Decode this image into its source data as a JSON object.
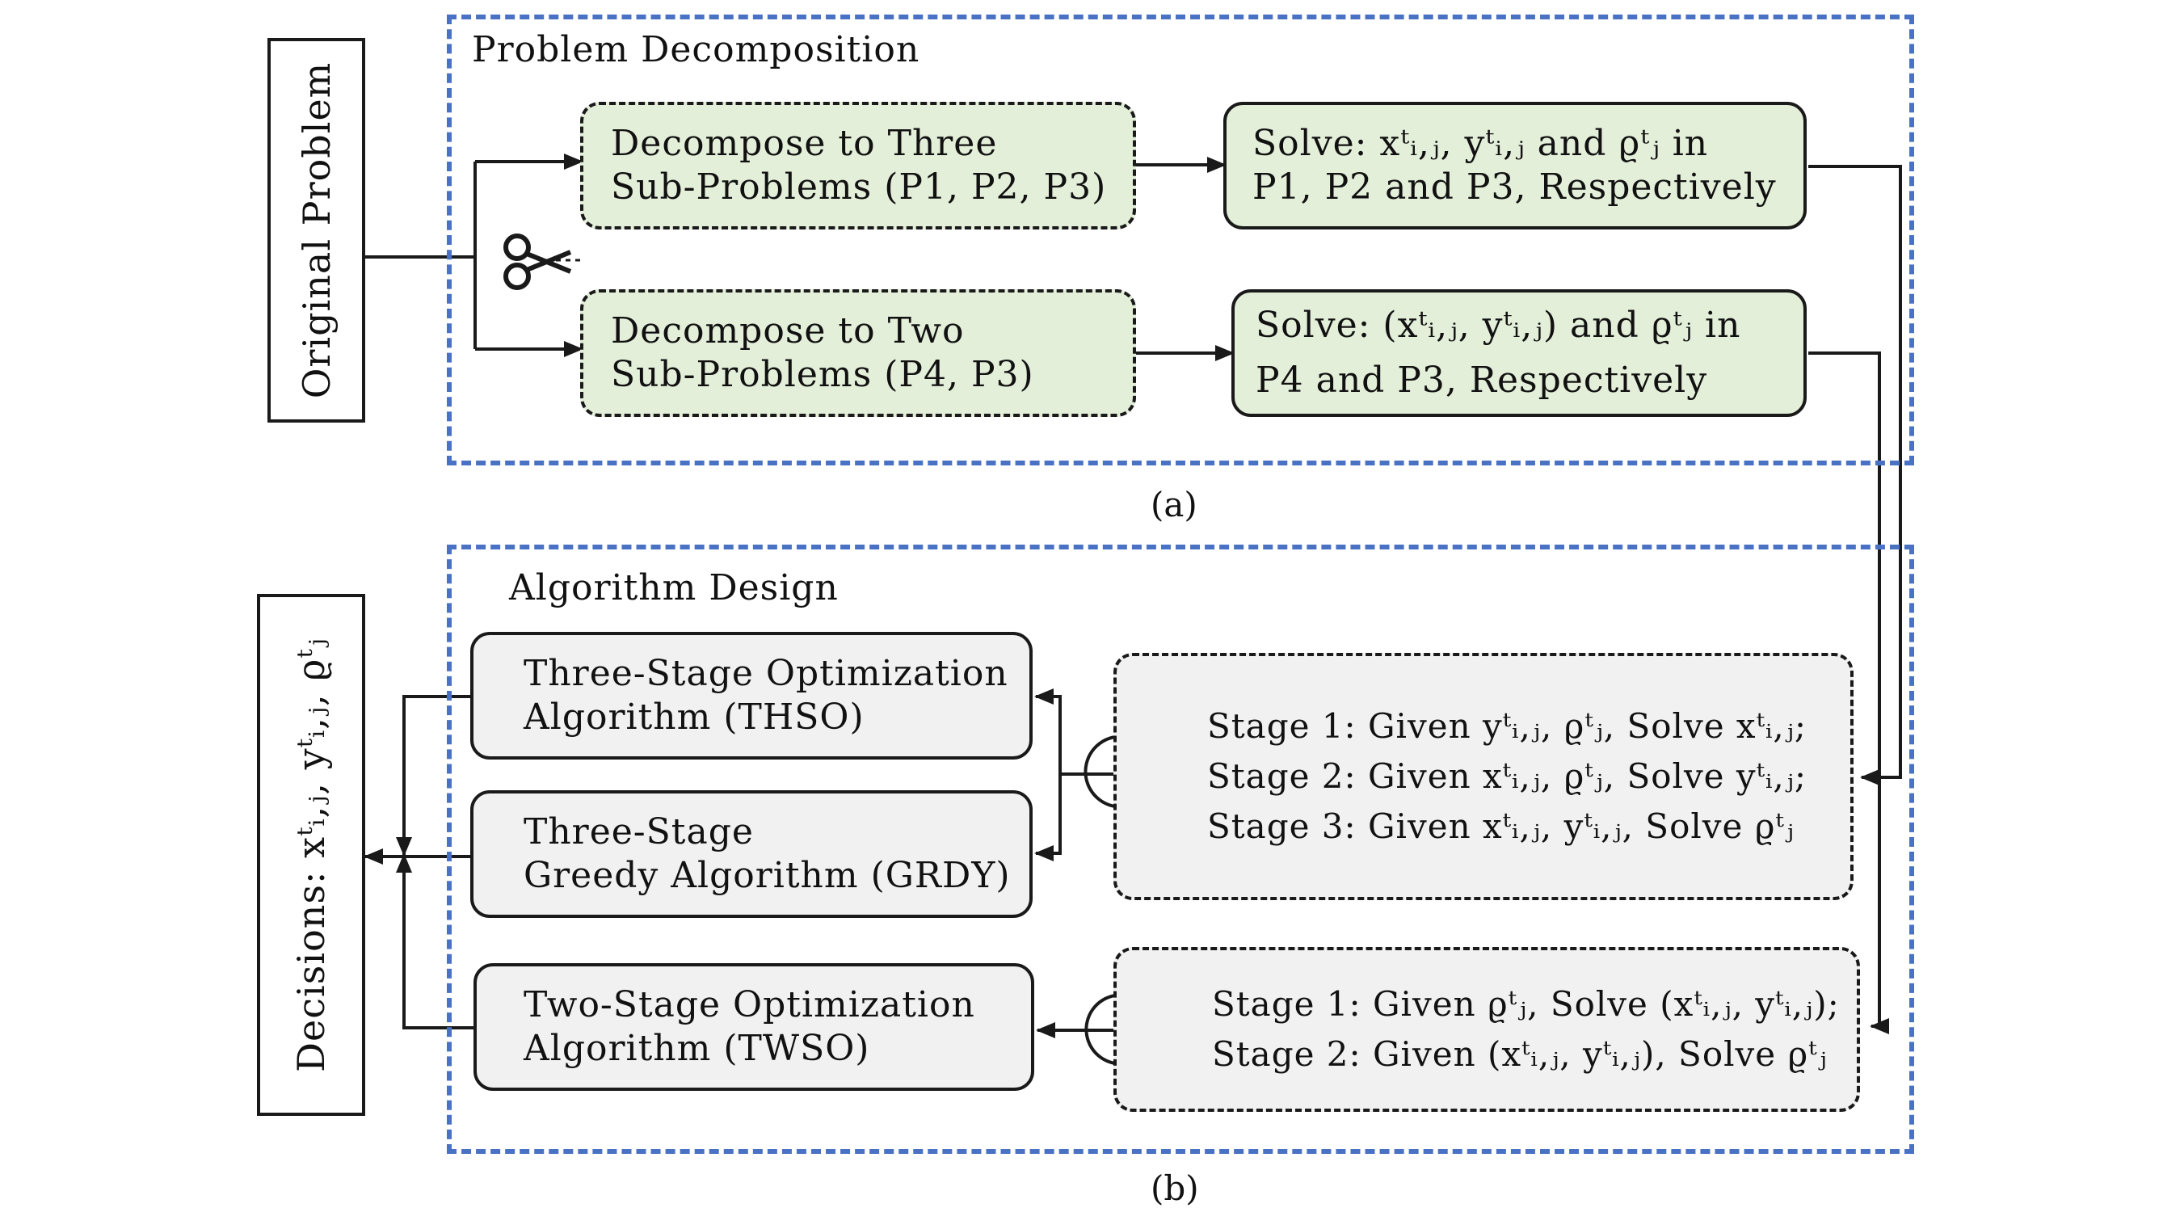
{
  "panel_a": {
    "title": "Problem Decomposition",
    "caption": "(a)",
    "original_problem": "Original Problem",
    "decompose_three": [
      "Decompose to Three",
      "Sub-Problems (P1, P2, P3)"
    ],
    "decompose_two": [
      "Decompose to Two",
      "Sub-Problems (P4, P3)"
    ],
    "solve_three": [
      "Solve: xᵗᵢ,ⱼ, yᵗᵢ,ⱼ and ϱᵗⱼ in",
      "P1, P2 and P3, Respectively"
    ],
    "solve_two": [
      "Solve: (xᵗᵢ,ⱼ, yᵗᵢ,ⱼ) and ϱᵗⱼ in",
      "P4 and P3, Respectively"
    ],
    "scissors_icon": "scissors-icon"
  },
  "panel_b": {
    "title": "Algorithm Design",
    "caption": "(b)",
    "decisions": "Decisions: xᵗᵢ,ⱼ, yᵗᵢ,ⱼ, ϱᵗⱼ",
    "thso": [
      "Three-Stage Optimization",
      "Algorithm (THSO)"
    ],
    "grdy": [
      "Three-Stage",
      "Greedy Algorithm (GRDY)"
    ],
    "twso": [
      "Two-Stage Optimization",
      "Algorithm (TWSO)"
    ],
    "three_stages": [
      "Stage 1: Given yᵗᵢ,ⱼ, ϱᵗⱼ, Solve xᵗᵢ,ⱼ;",
      "Stage 2: Given xᵗᵢ,ⱼ, ϱᵗⱼ, Solve yᵗᵢ,ⱼ;",
      "Stage 3: Given xᵗᵢ,ⱼ, yᵗᵢ,ⱼ, Solve ϱᵗⱼ"
    ],
    "two_stages": [
      "Stage 1: Given ϱᵗⱼ, Solve (xᵗᵢ,ⱼ, yᵗᵢ,ⱼ);",
      "Stage 2: Given (xᵗᵢ,ⱼ, yᵗᵢ,ⱼ), Solve ϱᵗⱼ"
    ],
    "cycle_icon": "circular-arrows-icon"
  },
  "colors": {
    "panel_border": "#4a72c4",
    "green_fill": "#e3efd9",
    "gray_fill": "#f1f1f1"
  }
}
